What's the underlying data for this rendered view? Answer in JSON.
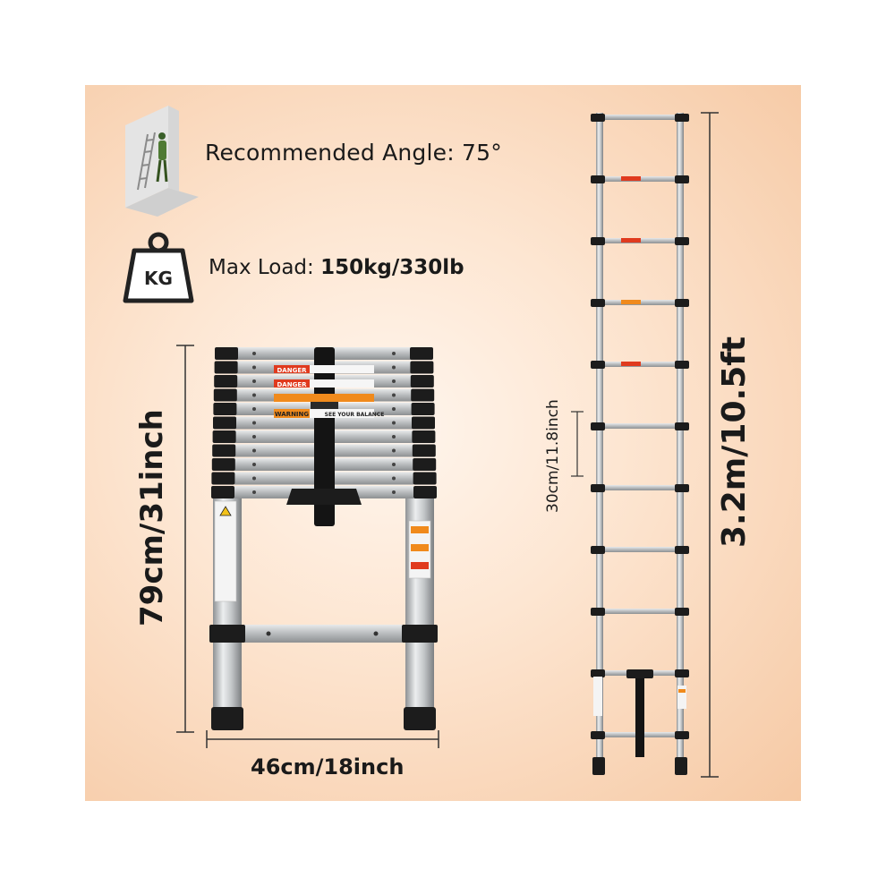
{
  "specs": {
    "angle": "Recommended Angle: 75°",
    "load_prefix": "Max Load: ",
    "load_value": "150kg/330lb",
    "weight_icon_text": "KG"
  },
  "dimensions": {
    "closed_height": "79cm/31inch",
    "closed_width": "46cm/18inch",
    "step_spacing": "30cm/11.8inch",
    "extended_height": "3.2m/10.5ft"
  },
  "stickers": {
    "danger": "DANGER",
    "warning": "WARNING",
    "balance": "SEE YOUR BALANCE"
  },
  "colors": {
    "background_center": "#fff6ee",
    "background_edge": "#f6c9a4",
    "rung_black": "#1c1c1c",
    "aluminum": "#c9cbcd",
    "danger_red": "#e03a1e",
    "warning_orange": "#f08a1c"
  }
}
